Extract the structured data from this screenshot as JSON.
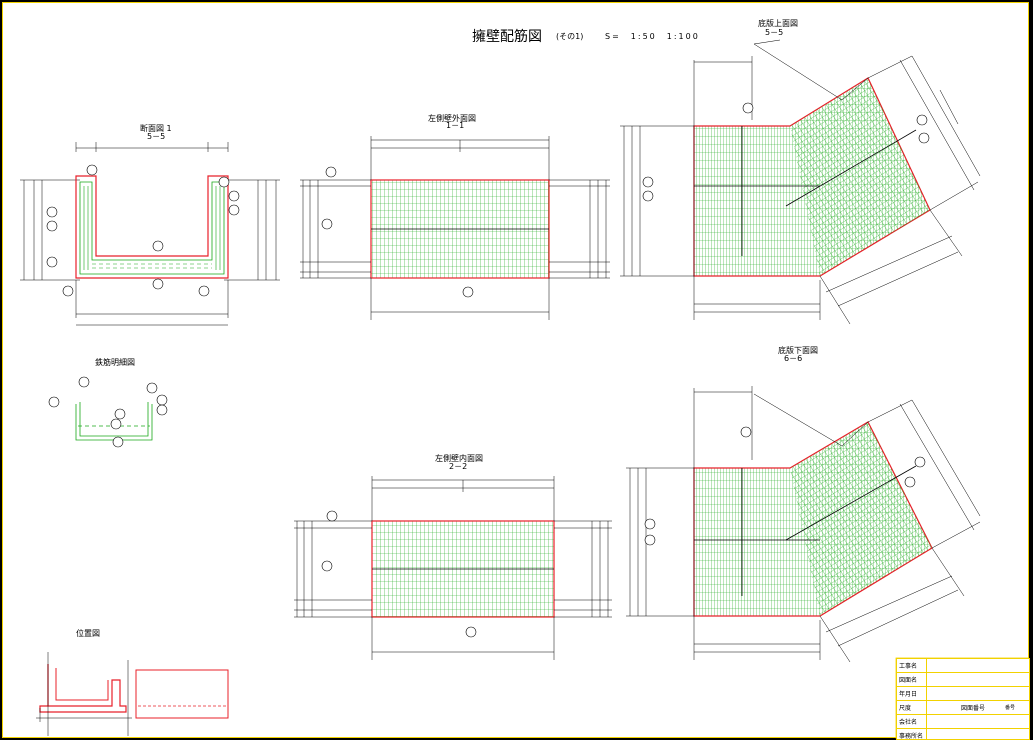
{
  "sheet": {
    "title": "擁壁配筋図",
    "subtitle": "(その1)",
    "scale": "S=　1:50　1:100"
  },
  "views": {
    "section_title": "断面図 1",
    "section_sub": "5－5",
    "rebar_detail_title": "鉄筋明細図",
    "left_outer_title": "左側壁外面図",
    "left_outer_sub": "1－1",
    "left_inner_title": "左側壁内面図",
    "left_inner_sub": "2－2",
    "slab_top_title": "底版上面図",
    "slab_top_sub": "5－5",
    "slab_bottom_title": "底版下面図",
    "slab_bottom_sub": "6－6",
    "location_title": "位置図"
  },
  "title_block": {
    "rows": [
      {
        "label": "工事名",
        "value": ""
      },
      {
        "label": "図面名",
        "value": ""
      },
      {
        "label": "年月日",
        "value": ""
      },
      {
        "label": "尺度",
        "value": "図面番号"
      },
      {
        "label": "会社名",
        "value": ""
      },
      {
        "label": "事務所名",
        "value": ""
      }
    ],
    "sheet_no": "番号"
  },
  "colors": {
    "outline": "#e8202a",
    "rebar": "#1aa81a",
    "dim": "#000000",
    "frame": "#f2d200"
  }
}
